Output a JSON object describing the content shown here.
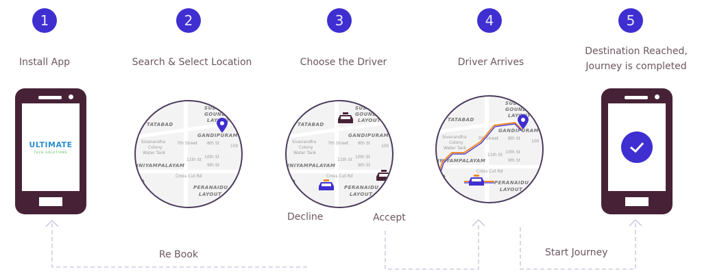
{
  "steps": [
    {
      "number": "1",
      "label": "Install App"
    },
    {
      "number": "2",
      "label": "Search & Select Location"
    },
    {
      "number": "3",
      "label": "Choose the Driver"
    },
    {
      "number": "4",
      "label": "Driver Arrives"
    },
    {
      "number": "5",
      "label": "Destination Reached,\nJourney is completed"
    }
  ],
  "logo": {
    "name": "ULTIMATE",
    "tagline": "TECH SOLUTIONS"
  },
  "map": {
    "labels": [
      "SUBBA",
      "GOUNDER",
      "LAYOUT",
      "TATABAD",
      "GANDIPURAM",
      "NNIYAMPALAYAM",
      "PERANAIDU",
      "LAYOUT",
      "re"
    ],
    "streets": [
      "Sivanandha",
      "Colony",
      "Water Tank",
      "7th Street",
      "8th St",
      "9th St",
      "10th St",
      "11th St",
      "Cross Cut Rd",
      "100"
    ]
  },
  "flow": {
    "decline": "Decline",
    "accept": "Accept",
    "rebook": "Re Book",
    "start_journey": "Start Journey"
  },
  "colors": {
    "accent": "#3f2fd0",
    "phone": "#472236",
    "route": "#f08a2a",
    "dash": "#c4bfd8"
  }
}
